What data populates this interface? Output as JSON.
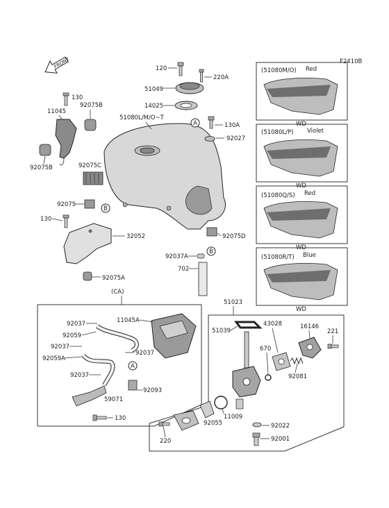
{
  "figure_id": "F2410B",
  "front_label": "FRONT",
  "tank_labels": {
    "tank": "51080L/M/O~T",
    "cap": "51049",
    "cap_base": "14025",
    "bolt_120": "120",
    "screw_220a": "220A",
    "bolt_130a": "130A",
    "grommet": "92027",
    "damper_d": "92075D",
    "clip_a": "92037A",
    "hose_702": "702"
  },
  "bracket_labels": {
    "bolt_130_top": "130",
    "bracket": "11045",
    "damper_b1": "92075B",
    "damper_b2": "92075B",
    "pad": "92075C",
    "damper_92075": "92075",
    "bolt_130_mid": "130",
    "stay": "32052",
    "damper_a": "92075A"
  },
  "ref_markers": {
    "a": "A",
    "b": "B"
  },
  "variants": [
    {
      "code": "(51080M/O)",
      "color": "Red",
      "note": "WD"
    },
    {
      "code": "(51080L/P)",
      "color": "Violet",
      "note": "WD"
    },
    {
      "code": "(51080Q/S)",
      "color": "Red",
      "note": "WD"
    },
    {
      "code": "(51080R/T)",
      "color": "Blue",
      "note": "WD"
    }
  ],
  "ca_box": {
    "title": "(CA)",
    "labels": {
      "clip1": "92037",
      "hose1": "92059",
      "clip2": "92037",
      "hose_a": "92059A",
      "clip3": "92037",
      "bracket_a": "11045A",
      "clip4": "92037",
      "damper": "92093",
      "valve": "59071",
      "bolt": "130"
    }
  },
  "cock_box": {
    "title": "51023",
    "labels": {
      "gasket": "51039",
      "seal_kit": "43028",
      "oring_670": "670",
      "lever": "16146",
      "screw_221": "221",
      "spring": "92081",
      "screw_220": "220",
      "seal": "92055",
      "oring": "11009",
      "washer": "92022",
      "bolt": "92001"
    }
  }
}
